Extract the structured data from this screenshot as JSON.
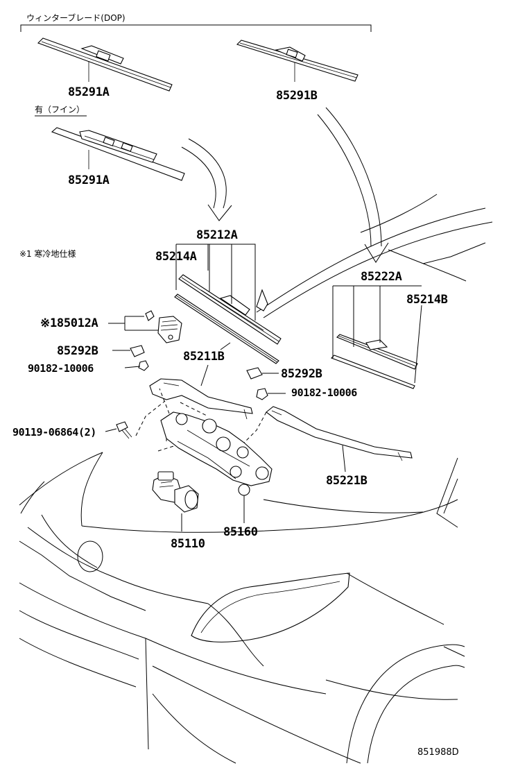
{
  "header": {
    "option_label": "ウィンターブレード(DOP)",
    "fin_label": "有（フイン）",
    "cold_spec_note": "※1 寒冷地仕様"
  },
  "parts": {
    "p85291A_top": "85291A",
    "p85291B": "85291B",
    "p85291A_fin": "85291A",
    "p85212A": "85212A",
    "p85214A": "85214A",
    "p85222A": "85222A",
    "p85214B": "85214B",
    "p85012A": "※185012A",
    "p85292B_left": "85292B",
    "p90182_left": "90182-10006",
    "p85211B": "85211B",
    "p85292B_right": "85292B",
    "p90182_right": "90182-10006",
    "p90119": "90119-06864(2)",
    "p85221B": "85221B",
    "p85110": "85110",
    "p85160": "85160"
  },
  "figure_code": "851988D"
}
